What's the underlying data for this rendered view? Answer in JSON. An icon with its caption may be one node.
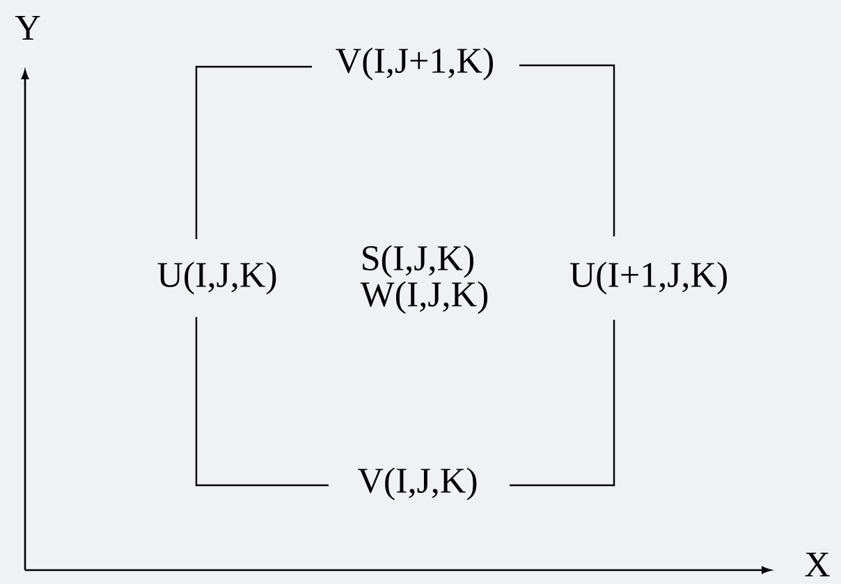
{
  "diagram": {
    "labels": [
      "Y",
      "V(I,J+1,K)",
      "U(I,J,K)",
      "S(I,J,K)",
      "W(I,J,K)",
      "U(I+1,J,K)",
      "V(I,J,K)",
      "X"
    ]
  }
}
